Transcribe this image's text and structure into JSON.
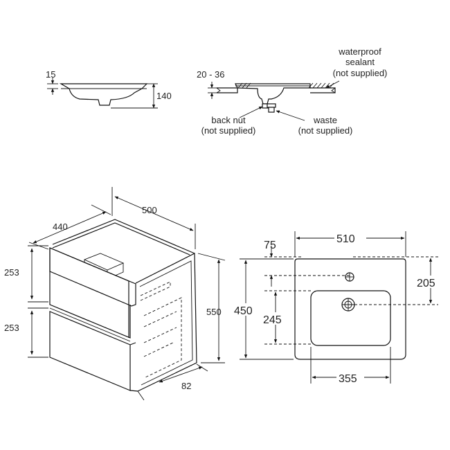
{
  "basin_side": {
    "thickness": "15",
    "height": "140"
  },
  "installation": {
    "worktop_range": "20 - 36",
    "sealant": [
      "waterproof",
      "sealant",
      "(not supplied)"
    ],
    "back_nut": [
      "back nut",
      "(not supplied)"
    ],
    "waste": [
      "waste",
      "(not supplied)"
    ]
  },
  "cabinet": {
    "width": "500",
    "depth": "440",
    "height": "550",
    "drawer_upper": "253",
    "drawer_lower": "253",
    "leg_gap": "82"
  },
  "basin_top": {
    "width": "510",
    "depth": "450",
    "tap_offset": "75",
    "bowl_depth": "245",
    "waste_offset": "205",
    "bowl_width": "355"
  }
}
